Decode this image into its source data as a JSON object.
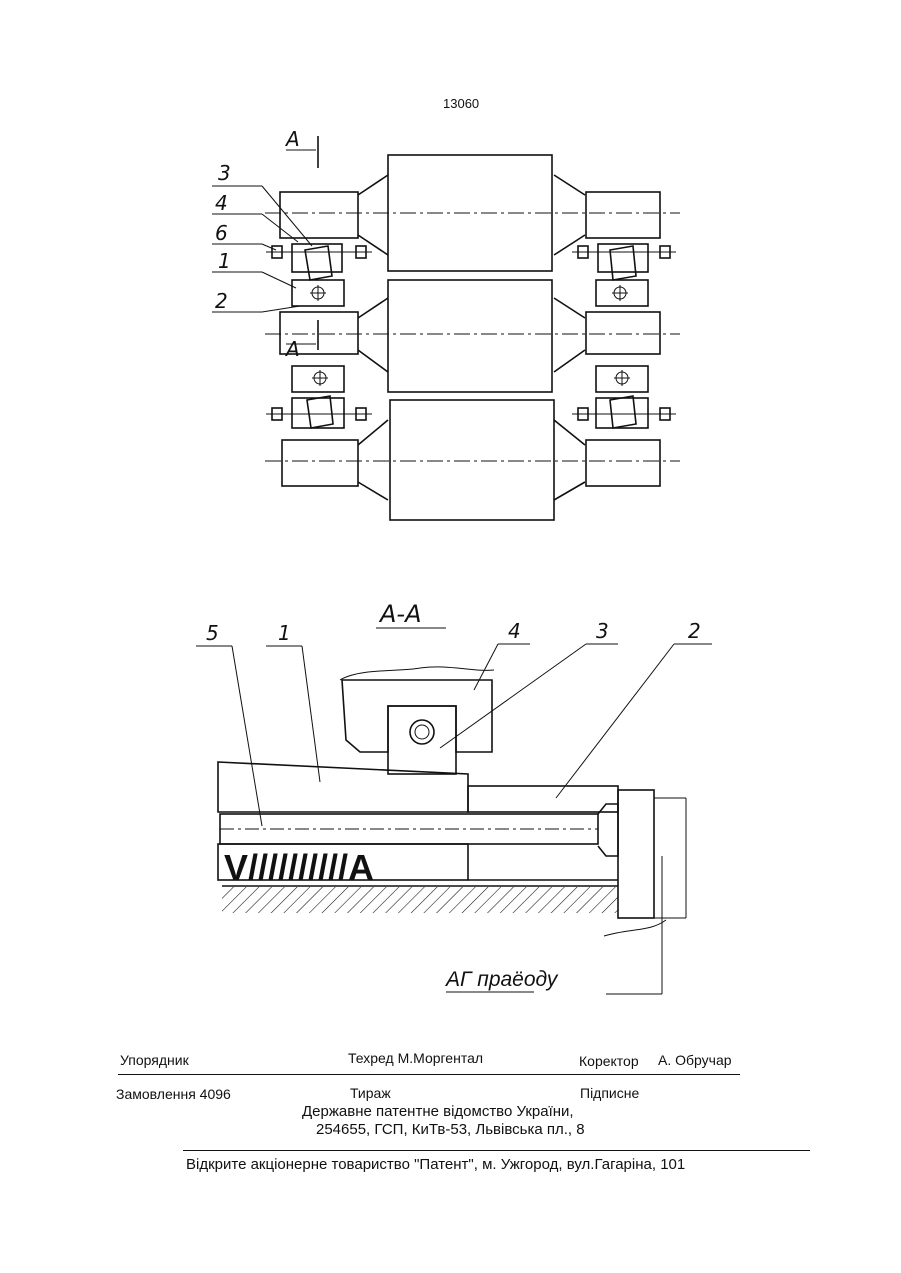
{
  "page_number": "13060",
  "drawing": {
    "top_view": {
      "callouts": [
        "3",
        "4",
        "6",
        "1",
        "2"
      ],
      "section_mark_top": "A",
      "section_mark_bottom": "A"
    },
    "section_view": {
      "title": "A-A",
      "callouts": [
        "5",
        "1",
        "4",
        "3",
        "2"
      ],
      "overlay_text": "V//////////A",
      "caption": "АГ  праёоду"
    }
  },
  "colophon": {
    "compiler_label": "Упорядник",
    "techred": "Техред М.Моргентал",
    "corrector_label": "Коректор",
    "corrector_name": "А. Обручар",
    "order": "Замовлення 4096",
    "circulation": "Тираж",
    "subscription": "Підписне",
    "office_line1": "Державне патентне відомство України,",
    "office_line2": "254655, ГСП, КиТв-53, Львівська пл., 8",
    "printer": "Відкрите акціонерне товариство \"Патент\", м. Ужгород, вул.Гагаріна, 101"
  }
}
